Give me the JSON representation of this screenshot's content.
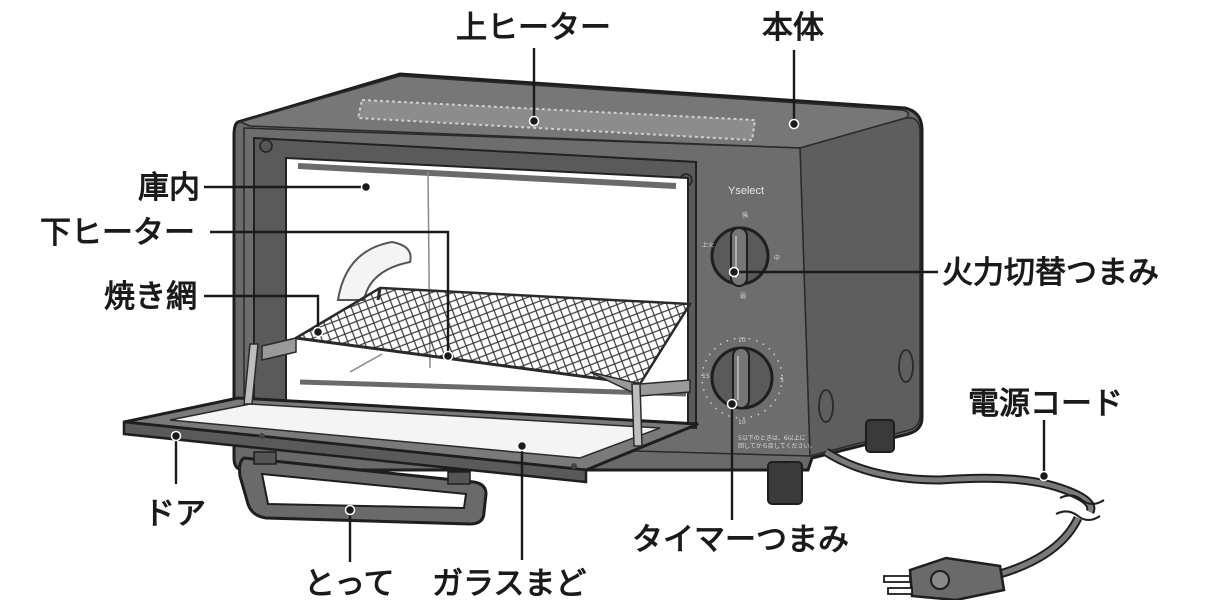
{
  "brand": "Yselect",
  "callouts": {
    "top_heater": "上ヒーター",
    "body": "本体",
    "interior": "庫内",
    "bottom_heater": "下ヒーター",
    "grill_rack": "焼き網",
    "heat_knob": "火力切替つまみ",
    "power_cord": "電源コード",
    "door": "ドア",
    "handle": "とって",
    "glass_window": "ガラスまど",
    "timer_knob": "タイマーつまみ"
  },
  "heat_knob_marks": {
    "top": "強",
    "left": "上火",
    "right": "中",
    "bottom": "弱"
  },
  "timer_marks": {
    "top": "10",
    "left": "15",
    "right": "5",
    "bottom": "10"
  },
  "caution_text": {
    "line1": "5以下のときは、6以上に",
    "line2": "回してから戻してください。"
  },
  "colors": {
    "body": "#6a6a6a",
    "body_dark": "#4a4a4a",
    "outline": "#1e1e1e",
    "window": "#ffffff",
    "label": "#1a1a1a"
  }
}
